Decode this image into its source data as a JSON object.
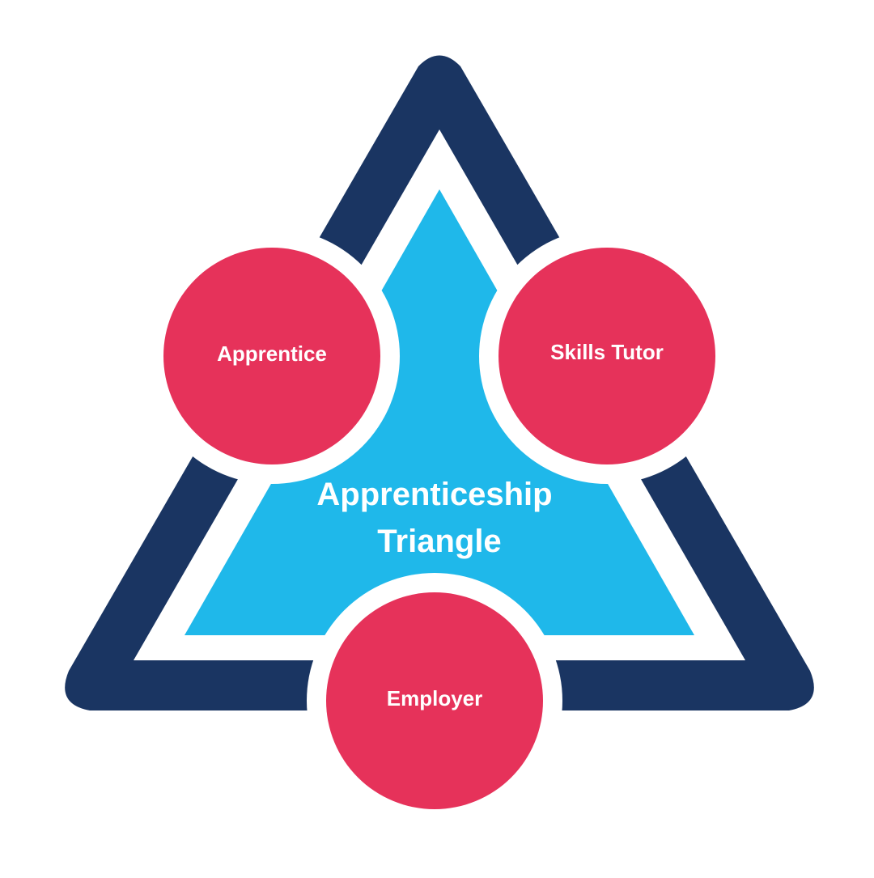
{
  "diagram": {
    "title_line1": "Apprenticeship",
    "title_line2": "Triangle",
    "nodes": {
      "apprentice": "Apprentice",
      "skills_tutor": "Skills Tutor",
      "employer": "Employer"
    }
  },
  "colors": {
    "outer_triangle": "#1a3562",
    "inner_triangle": "#1fb8ea",
    "node_fill": "#e6325a",
    "node_text": "#ffffff",
    "title_text": "#ffffff",
    "gap": "#ffffff"
  }
}
